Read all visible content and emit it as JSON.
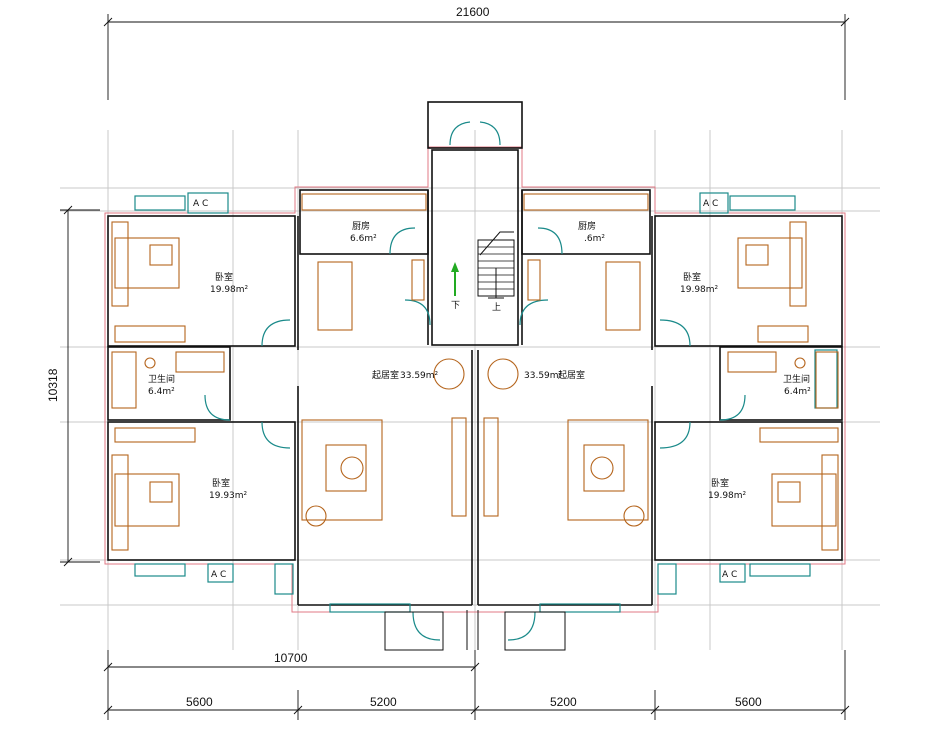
{
  "dimensions": {
    "top_total": "21600",
    "height_left": "10318",
    "inner_width": "10700",
    "bottom": [
      "5600",
      "5200",
      "5200",
      "5600"
    ]
  },
  "rooms": {
    "bedroom": "卧室",
    "bedroom_area_a": "19.98m²",
    "bedroom_area_b": "19.93m²",
    "bathroom": "卫生间",
    "bathroom_area": "6.4m²",
    "kitchen": "厨房",
    "kitchen_area": "6.6m²",
    "kitchen_area_right": ".6m²",
    "living": "起居室",
    "living_area": "33.59m²"
  },
  "stairs": {
    "down": "下",
    "up": "上"
  },
  "ac_label": "A C",
  "colors": {
    "walls": "#111111",
    "outline": "#e07a86",
    "windows": "#1a8a8a",
    "furniture": "#b5651d",
    "grid": "#c8c8c8",
    "arrow": "#22aa22"
  }
}
